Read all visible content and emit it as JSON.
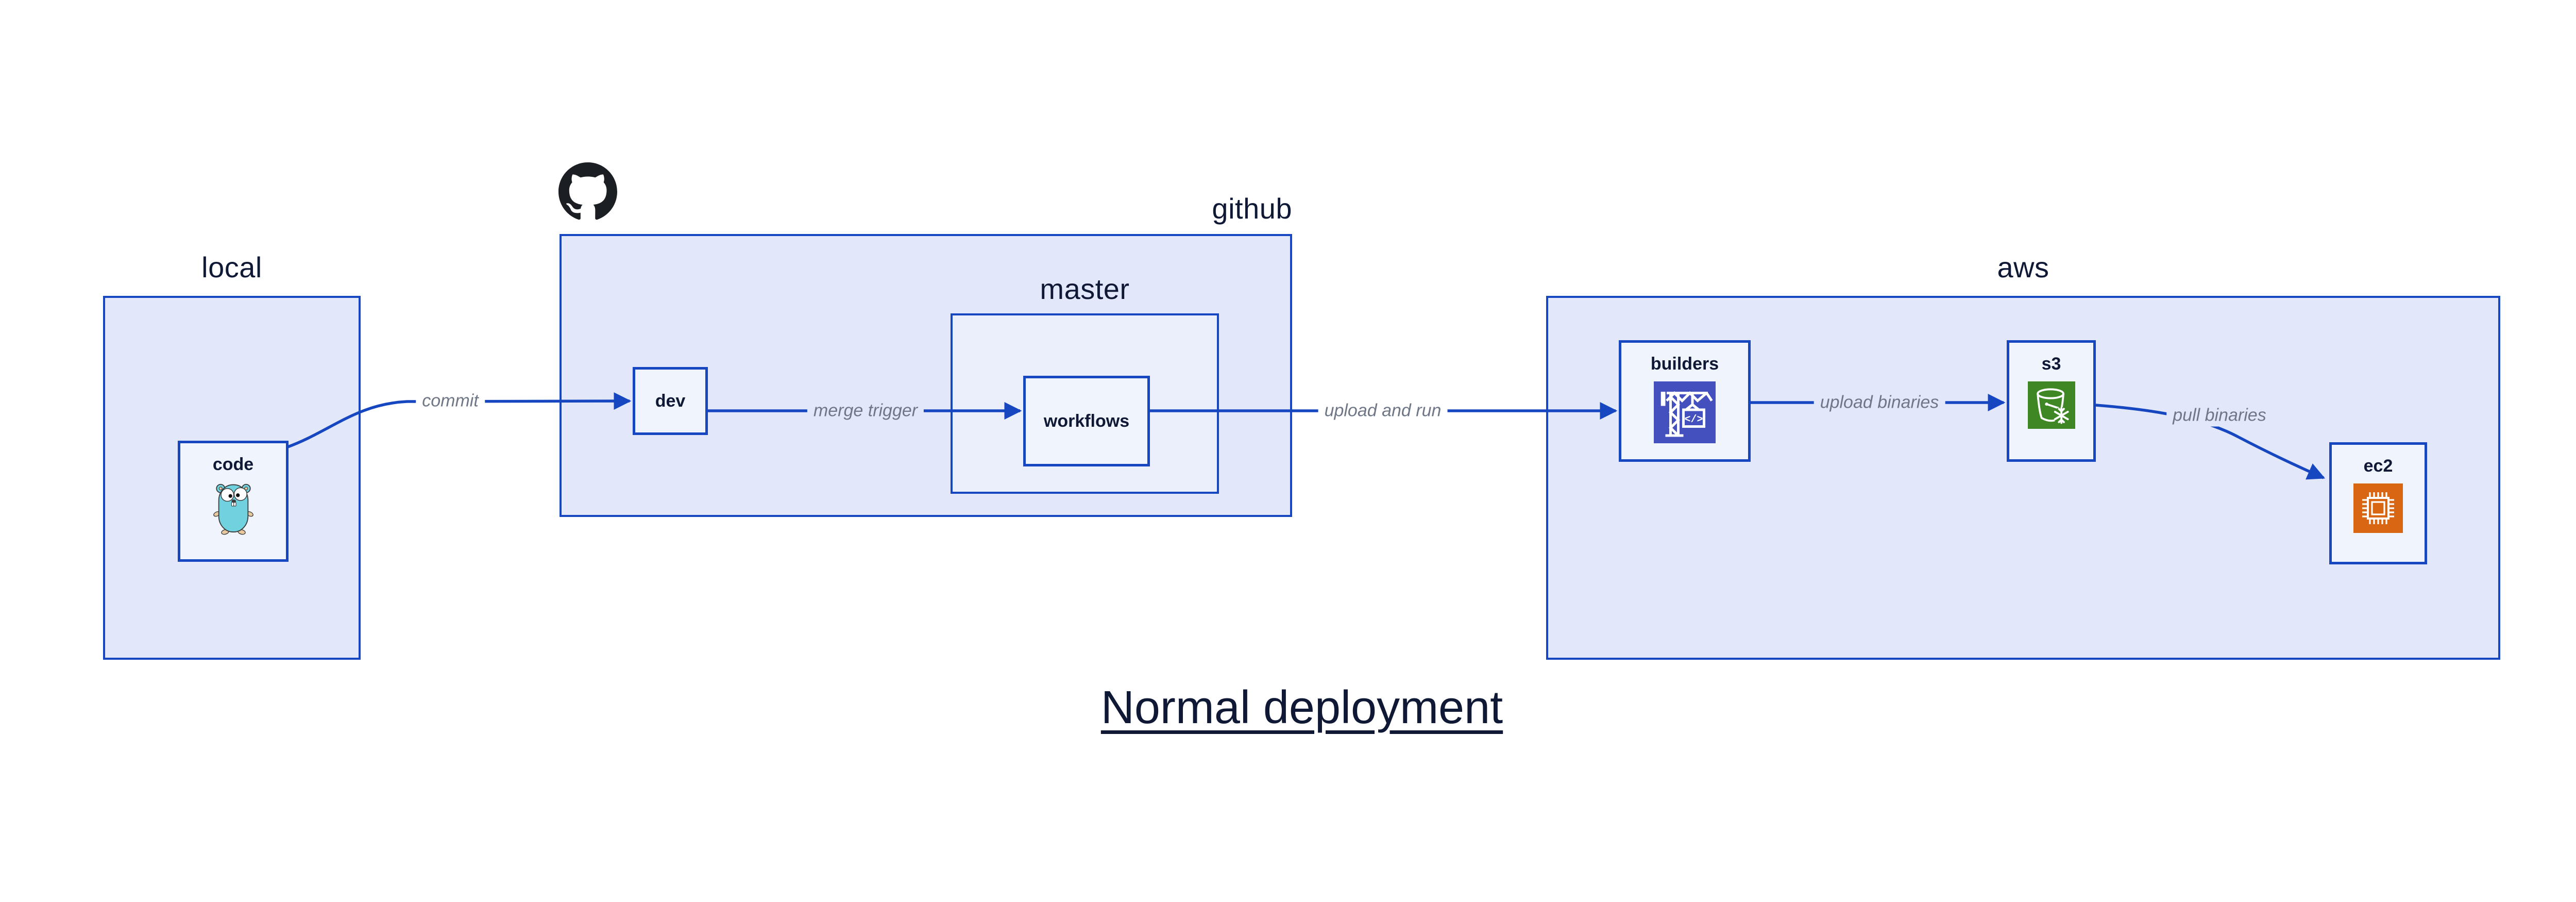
{
  "title": "Normal deployment",
  "colors": {
    "blue": "#1747C0",
    "outer-fill": "#E2E8FA",
    "master-fill": "#EBEFFB",
    "node-fill": "#F0F4FD",
    "navy": "#0F1834",
    "edge-label": "#6F7787",
    "codebuild": "#4450BE",
    "s3-green": "#3F8624",
    "ec2-orange": "#D86613",
    "gopher-teal": "#6FD2DE",
    "octocat-black": "#1B1F23"
  },
  "groups": {
    "local": {
      "label": "local"
    },
    "github": {
      "label": "github"
    },
    "master": {
      "label": "master"
    },
    "aws": {
      "label": "aws"
    }
  },
  "nodes": {
    "code": {
      "label": "code",
      "icon": "go-gopher"
    },
    "dev": {
      "label": "dev"
    },
    "workflows": {
      "label": "workflows"
    },
    "builders": {
      "label": "builders",
      "icon": "codebuild-crane"
    },
    "s3": {
      "label": "s3",
      "icon": "s3-glacier-bucket"
    },
    "ec2": {
      "label": "ec2",
      "icon": "ec2-chip"
    }
  },
  "icons": {
    "codebuild_glyph": "</>"
  },
  "edges": {
    "commit": {
      "label": "commit",
      "from": "code",
      "to": "dev"
    },
    "merge_trigger": {
      "label": "merge trigger",
      "from": "dev",
      "to": "workflows"
    },
    "upload_and_run": {
      "label": "upload and run",
      "from": "workflows",
      "to": "builders"
    },
    "upload_binaries": {
      "label": "upload binaries",
      "from": "builders",
      "to": "s3"
    },
    "pull_binaries": {
      "label": "pull binaries",
      "from": "s3",
      "to": "ec2"
    }
  }
}
